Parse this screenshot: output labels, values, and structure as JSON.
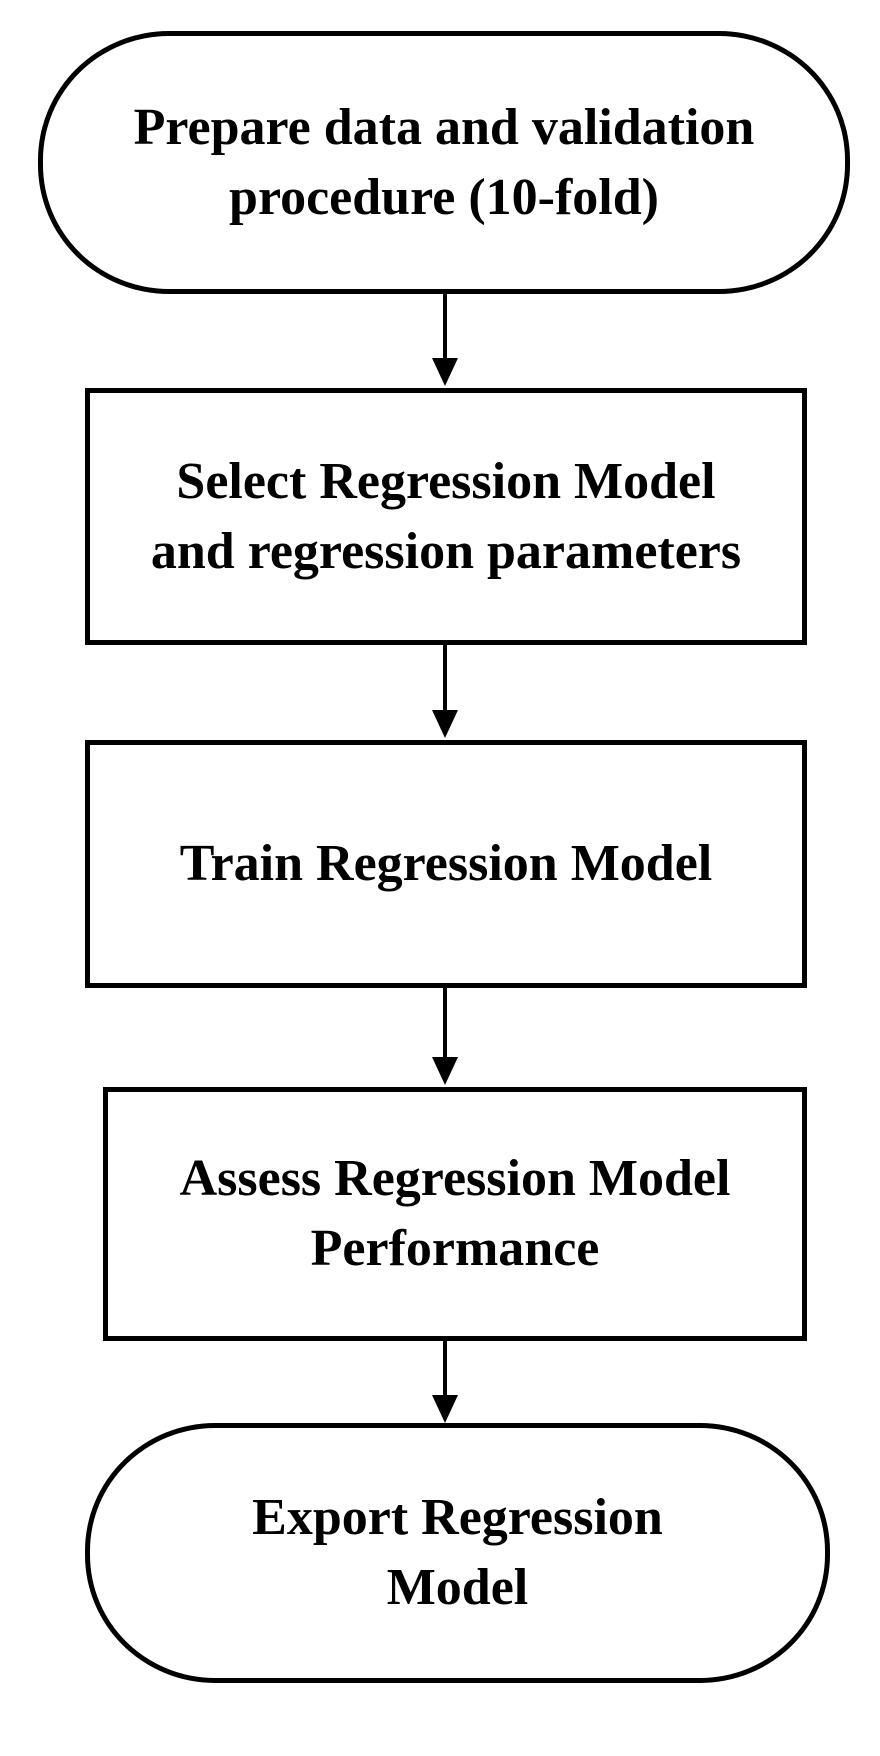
{
  "diagram": {
    "type": "flowchart",
    "orientation": "top-down",
    "colors": {
      "background": "#ffffff",
      "stroke": "#000000",
      "text": "#000000"
    },
    "nodes": [
      {
        "id": "start",
        "shape": "terminator",
        "lines": [
          "Prepare data and validation",
          "procedure (10-fold)"
        ],
        "text": "Prepare data and validation procedure (10-fold)"
      },
      {
        "id": "select",
        "shape": "process",
        "lines": [
          "Select Regression Model",
          "and regression parameters"
        ],
        "text": "Select Regression Model and regression parameters"
      },
      {
        "id": "train",
        "shape": "process",
        "lines": [
          "Train Regression Model"
        ],
        "text": "Train Regression Model"
      },
      {
        "id": "assess",
        "shape": "process",
        "lines": [
          "Assess Regression Model",
          "Performance"
        ],
        "text": "Assess Regression Model Performance"
      },
      {
        "id": "export",
        "shape": "terminator",
        "lines": [
          "Export Regression",
          "Model"
        ],
        "text": "Export Regression Model"
      }
    ],
    "connectors": [
      {
        "from": "start",
        "to": "select",
        "style": "arrow-down"
      },
      {
        "from": "select",
        "to": "train",
        "style": "arrow-down"
      },
      {
        "from": "train",
        "to": "assess",
        "style": "arrow-down"
      },
      {
        "from": "assess",
        "to": "export",
        "style": "arrow-down"
      }
    ]
  }
}
